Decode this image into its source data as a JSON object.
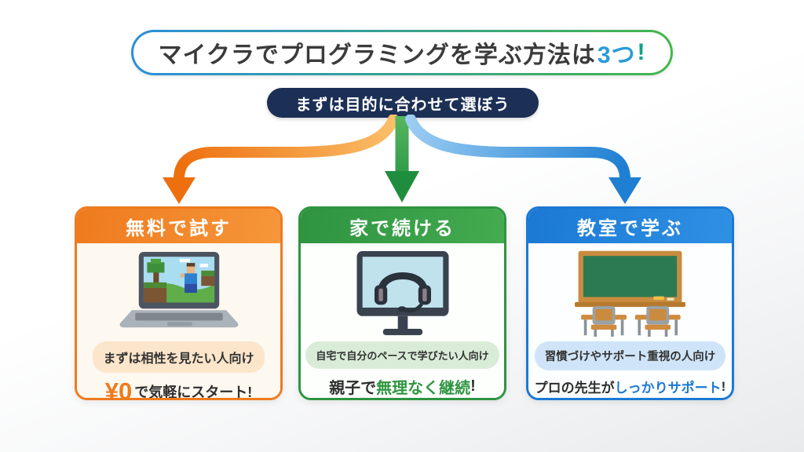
{
  "title": {
    "prefix": "マイクラでプログラミングを学ぶ方法は",
    "count": "3つ",
    "exclamation": "!"
  },
  "subtitle": "まずは目的に合わせて選ぼう",
  "colors": {
    "title_border_gradient": [
      "#2b8fd9",
      "#45b649"
    ],
    "title_count": "#2a9bd8",
    "title_exclamation": "#12a383",
    "subtitle_background": "#1c2f55",
    "arrow_left": "#ee7b1e",
    "arrow_center": "#2e9440",
    "arrow_right": "#1b79d4"
  },
  "cards": [
    {
      "id": "try-free",
      "accent": "#ee7b1e",
      "header": "無料で試す",
      "icon": "laptop-minecraft-illustration",
      "audience": "まずは相性を見たい人向け",
      "tagline": [
        {
          "text": "¥0",
          "emphasis": true
        },
        {
          "text": "で気軽にスタート!",
          "emphasis": false
        }
      ]
    },
    {
      "id": "continue-at-home",
      "accent": "#2e9440",
      "header": "家で続ける",
      "icon": "monitor-headset-illustration",
      "audience": "自宅で自分のペースで学びたい人向け",
      "tagline": [
        {
          "text": "親子で",
          "emphasis": false
        },
        {
          "text": "無理なく継続",
          "emphasis": true
        },
        {
          "text": "!",
          "emphasis": false
        }
      ]
    },
    {
      "id": "learn-in-classroom",
      "accent": "#1b79d4",
      "header": "教室で学ぶ",
      "icon": "classroom-illustration",
      "audience": "習慣づけやサポート重視の人向け",
      "tagline": [
        {
          "text": "プロの先生が",
          "emphasis": false
        },
        {
          "text": "しっかりサポート",
          "emphasis": true
        },
        {
          "text": "!",
          "emphasis": false
        }
      ]
    }
  ]
}
